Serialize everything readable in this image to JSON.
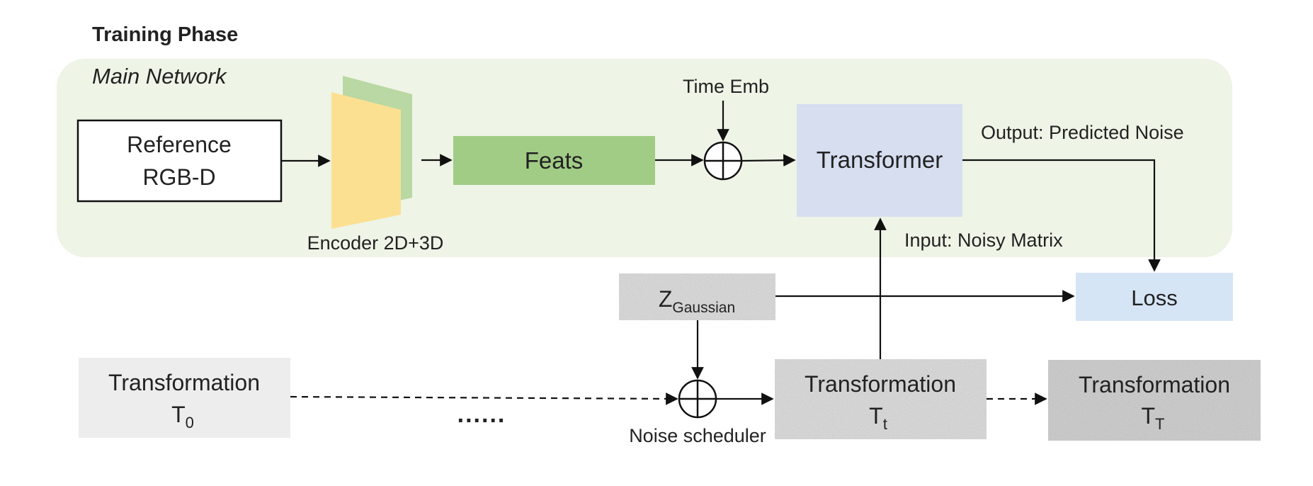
{
  "title": "Training Phase",
  "main_network": {
    "label": "Main Network"
  },
  "nodes": {
    "reference": {
      "line1": "Reference",
      "line2": "RGB-D"
    },
    "encoder": {
      "label": "Encoder 2D+3D"
    },
    "feats": {
      "label": "Feats"
    },
    "time_emb": {
      "label": "Time Emb"
    },
    "transformer": {
      "label": "Transformer"
    },
    "loss": {
      "label": "Loss"
    },
    "z_gaussian": {
      "base": "Z",
      "sub": "Gaussian"
    },
    "t0": {
      "line1": "Transformation",
      "base": "T",
      "sub": "0"
    },
    "tt": {
      "line1": "Transformation",
      "base": "T",
      "sub": "t"
    },
    "tT": {
      "line1": "Transformation",
      "base": "T",
      "sub": "T"
    },
    "ellipsis": "......",
    "noise_scheduler": {
      "label": "Noise scheduler"
    }
  },
  "annotations": {
    "output": "Output: Predicted Noise",
    "input": "Input: Noisy Matrix"
  },
  "colors": {
    "main_network_bg": "#eef4e6",
    "encoder_front": "#fce091",
    "encoder_back": "#b9d8a3",
    "feats": "#a1cc86",
    "transformer": "#d6def0",
    "loss": "#d6e5f5",
    "t0_fill": "#ededed",
    "noise_fill": "#e3e3e3"
  }
}
